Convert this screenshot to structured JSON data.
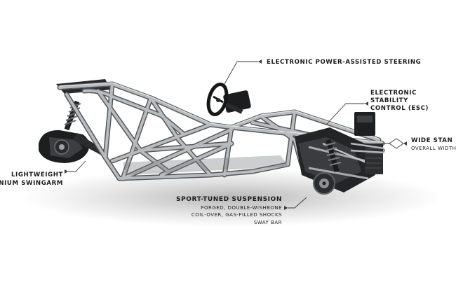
{
  "callouts": {
    "steering": {
      "title": "ELECTRONIC POWER-ASSISTED STEERING"
    },
    "esc": {
      "title_line1": "ELECTRONIC",
      "title_line2": "STABILITY",
      "title_line3": "CONTROL (ESC)"
    },
    "stance": {
      "title": "WIDE STAN",
      "subtitle": "OVERALL WIDTH"
    },
    "swingarm": {
      "title_line1": "LIGHTWEIGHT",
      "title_line2": "NIUM SWINGARM"
    },
    "suspension": {
      "title": "SPORT-TUNED SUSPENSION",
      "sub1": "FORGED, DOUBLE-WISHBONE",
      "sub2": "COIL-OVER, GAS-FILLED SHOCKS",
      "sub3": "SWAY BAR"
    }
  },
  "colors": {
    "background": "#ffffff",
    "frame_tube": "#8d9093",
    "frame_highlight": "#d5d7d9",
    "dark_components": "#1f2022",
    "leader_line": "#3a3a3a"
  }
}
